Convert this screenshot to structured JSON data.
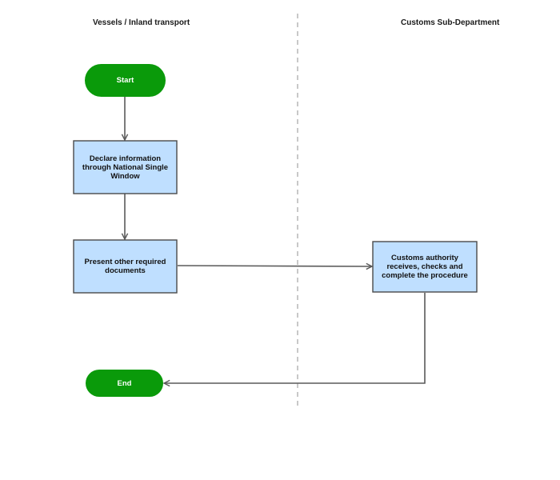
{
  "lanes": {
    "left": "Vessels / Inland transport",
    "right": "Customs Sub-Department"
  },
  "nodes": {
    "start": "Start",
    "declare": "Declare information through National Single Window",
    "present": "Present other required documents",
    "customs": "Customs authority receives, checks and complete the procedure",
    "end": "End"
  },
  "colors": {
    "terminal_fill": "#0a9a0a",
    "process_fill": "#bfdfff",
    "process_border": "#4a4a4a",
    "edge": "#5a5a5a",
    "lane_divider": "#c8c8c8"
  }
}
